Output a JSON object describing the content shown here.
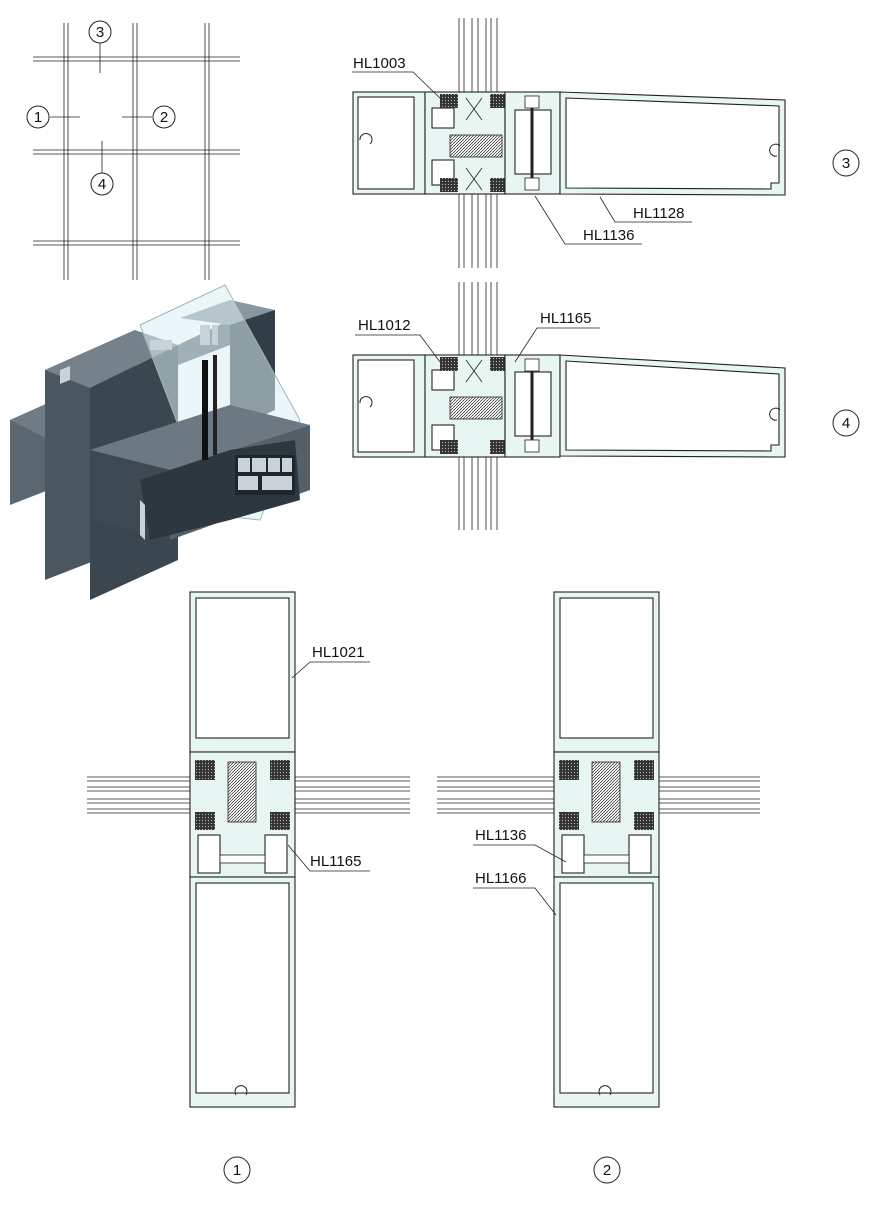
{
  "key_plan": {
    "markers": [
      "1",
      "2",
      "3",
      "4"
    ]
  },
  "section_markers": {
    "top_right_3": "3",
    "mid_right_4": "4",
    "bottom_left_1": "1",
    "bottom_right_2": "2"
  },
  "part_labels": {
    "section3_top": "HL1003",
    "section3_mid": "HL1128",
    "section3_bottom": "HL1136",
    "section4_left": "HL1012",
    "section4_right": "HL1165",
    "section1_top": "HL1021",
    "section1_bottom": "HL1165",
    "section2_top": "HL1136",
    "section2_bottom": "HL1166"
  },
  "colors": {
    "profile_fill": "#e8f6f3",
    "render_dark": "#3b4750",
    "line": "#222222"
  }
}
